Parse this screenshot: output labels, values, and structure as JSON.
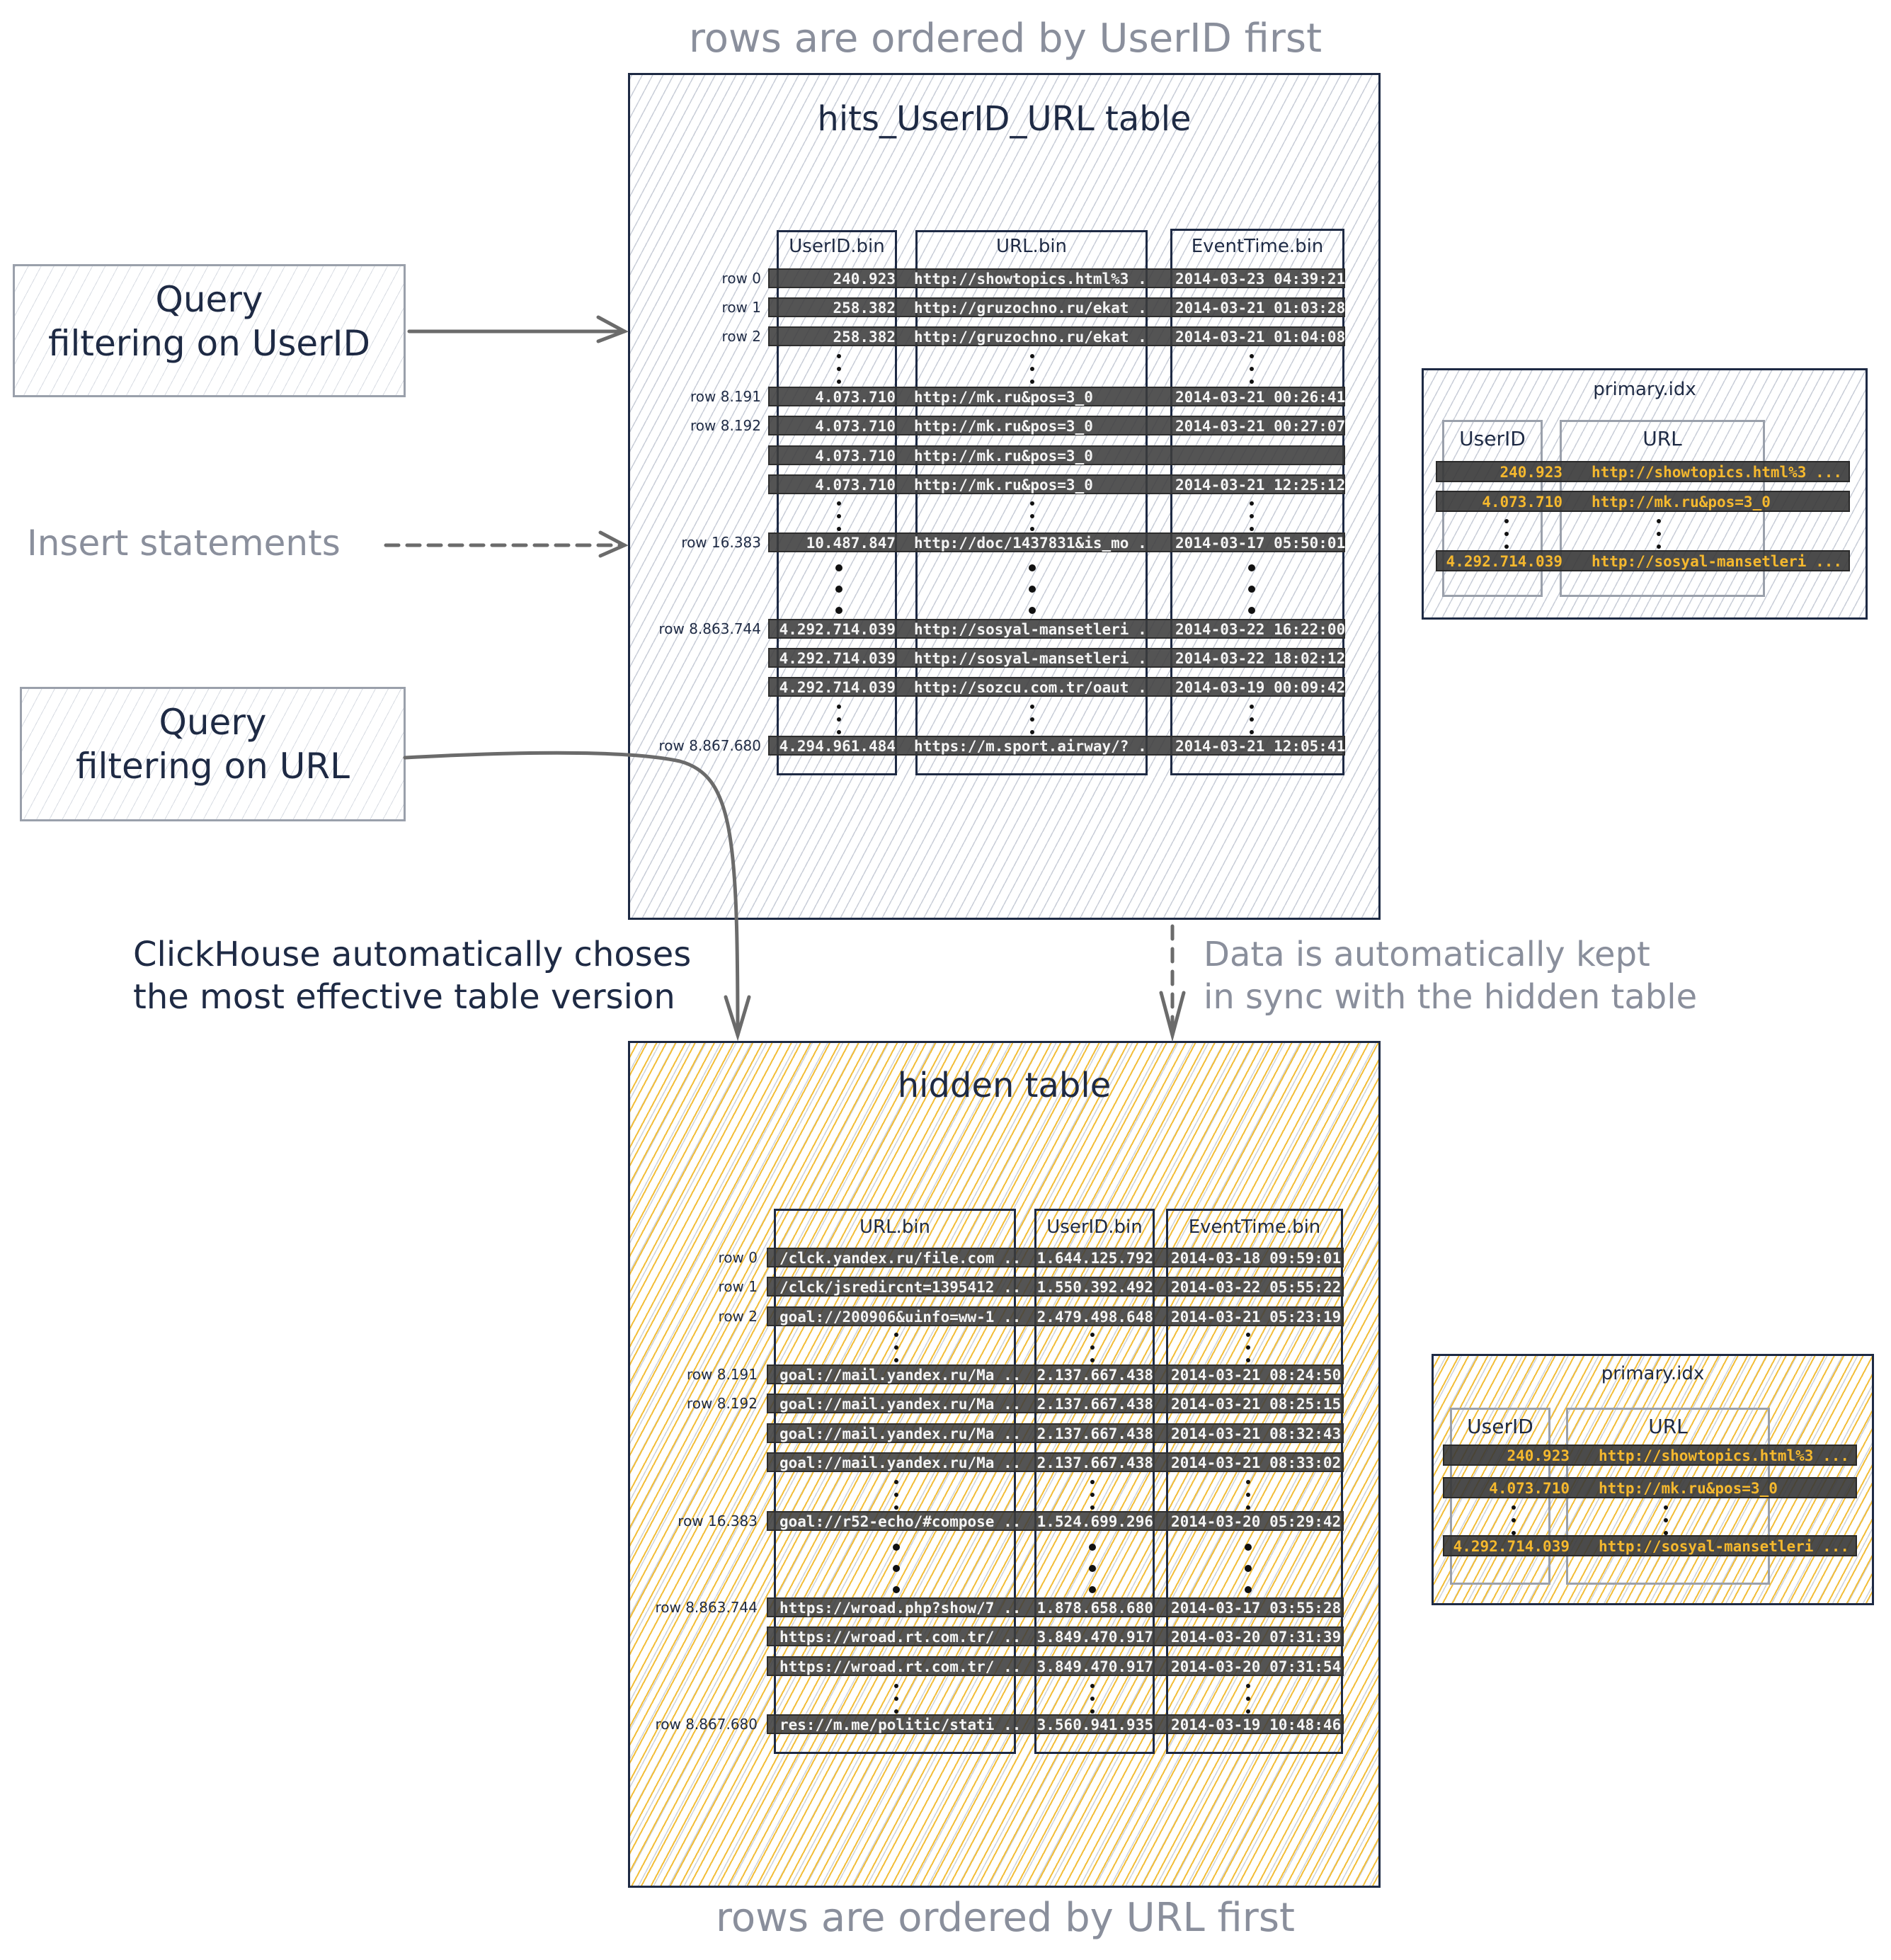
{
  "captions": {
    "top_order": "rows are ordered by UserID first",
    "bottom_order": "rows are ordered by URL first",
    "clickhouse_choice_line1": "ClickHouse automatically choses",
    "clickhouse_choice_line2": "the most effective table version",
    "sync_line1": "Data is automatically kept",
    "sync_line2": "in sync with the hidden table",
    "insert_statements": "Insert statements"
  },
  "query_boxes": [
    {
      "line1": "Query",
      "line2": "filtering on UserID"
    },
    {
      "line1": "Query",
      "line2": "filtering on URL"
    }
  ],
  "main_table": {
    "title": "hits_UserID_URL table",
    "columns": [
      "UserID.bin",
      "URL.bin",
      "EventTime.bin"
    ],
    "rows": [
      {
        "label": "row 0",
        "userid": "240.923",
        "url": "http://showtopics.html%3 ...",
        "time": "2014-03-23 04:39:21"
      },
      {
        "label": "row 1",
        "userid": "258.382",
        "url": "http://gruzochno.ru/ekat ...",
        "time": "2014-03-21 01:03:28"
      },
      {
        "label": "row 2",
        "userid": "258.382",
        "url": "http://gruzochno.ru/ekat ...",
        "time": "2014-03-21 01:04:08"
      },
      {
        "label": "row 8.191",
        "userid": "4.073.710",
        "url": "http://mk.ru&pos=3_0",
        "time": "2014-03-21 00:26:41"
      },
      {
        "label": "row 8.192",
        "userid": "4.073.710",
        "url": "http://mk.ru&pos=3_0",
        "time": "2014-03-21 00:27:07"
      },
      {
        "label": "",
        "userid": "4.073.710",
        "url": "http://mk.ru&pos=3_0",
        "time": ""
      },
      {
        "label": "",
        "userid": "4.073.710",
        "url": "http://mk.ru&pos=3_0",
        "time": "2014-03-21 12:25:12"
      },
      {
        "label": "row 16.383",
        "userid": "10.487.847",
        "url": "http://doc/1437831&is_mo ...",
        "time": "2014-03-17 05:50:01"
      },
      {
        "label": "row 8.863.744",
        "userid": "4.292.714.039",
        "url": "http://sosyal-mansetleri ...",
        "time": "2014-03-22 16:22:00"
      },
      {
        "label": "",
        "userid": "4.292.714.039",
        "url": "http://sosyal-mansetleri ...",
        "time": "2014-03-22 18:02:12"
      },
      {
        "label": "",
        "userid": "4.292.714.039",
        "url": "http://sozcu.com.tr/oaut ...",
        "time": "2014-03-19 00:09:42"
      },
      {
        "label": "row 8.867.680",
        "userid": "4.294.961.484",
        "url": "https://m.sport.airway/? ...",
        "time": "2014-03-21 12:05:41"
      }
    ]
  },
  "hidden_table": {
    "title": "hidden table",
    "columns": [
      "URL.bin",
      "UserID.bin",
      "EventTime.bin"
    ],
    "rows": [
      {
        "label": "row 0",
        "url": "/clck.yandex.ru/file.com ...",
        "userid": "1.644.125.792",
        "time": "2014-03-18 09:59:01"
      },
      {
        "label": "row 1",
        "url": "/clck/jsredircnt=1395412 ...",
        "userid": "1.550.392.492",
        "time": "2014-03-22 05:55:22"
      },
      {
        "label": "row 2",
        "url": "goal://200906&uinfo=ww-1 ...",
        "userid": "2.479.498.648",
        "time": "2014-03-21 05:23:19"
      },
      {
        "label": "row 8.191",
        "url": "goal://mail.yandex.ru/Ma ...",
        "userid": "2.137.667.438",
        "time": "2014-03-21 08:24:50"
      },
      {
        "label": "row 8.192",
        "url": "goal://mail.yandex.ru/Ma ...",
        "userid": "2.137.667.438",
        "time": "2014-03-21 08:25:15"
      },
      {
        "label": "",
        "url": "goal://mail.yandex.ru/Ma ...",
        "userid": "2.137.667.438",
        "time": "2014-03-21 08:32:43"
      },
      {
        "label": "",
        "url": "goal://mail.yandex.ru/Ma ...",
        "userid": "2.137.667.438",
        "time": "2014-03-21 08:33:02"
      },
      {
        "label": "row 16.383",
        "url": "goal://r52-echo/#compose ...",
        "userid": "1.524.699.296",
        "time": "2014-03-20 05:29:42"
      },
      {
        "label": "row 8.863.744",
        "url": "https://wroad.php?show/7 ...",
        "userid": "1.878.658.680",
        "time": "2014-03-17 03:55:28"
      },
      {
        "label": "",
        "url": "https://wroad.rt.com.tr/ ...",
        "userid": "3.849.470.917",
        "time": "2014-03-20 07:31:39"
      },
      {
        "label": "",
        "url": "https://wroad.rt.com.tr/ ...",
        "userid": "3.849.470.917",
        "time": "2014-03-20 07:31:54"
      },
      {
        "label": "row 8.867.680",
        "url": "res://m.me/politic/stati ...",
        "userid": "3.560.941.935",
        "time": "2014-03-19 10:48:46"
      }
    ]
  },
  "primary_index_top": {
    "title": "primary.idx",
    "columns": [
      "UserID",
      "URL"
    ],
    "rows": [
      {
        "userid": "240.923",
        "url": "http://showtopics.html%3 ..."
      },
      {
        "userid": "4.073.710",
        "url": "http://mk.ru&pos=3_0"
      },
      {
        "userid": "4.292.714.039",
        "url": "http://sosyal-mansetleri ..."
      }
    ]
  },
  "primary_index_bottom": {
    "title": "primary.idx",
    "columns": [
      "UserID",
      "URL"
    ],
    "rows": [
      {
        "userid": "240.923",
        "url": "http://showtopics.html%3 ..."
      },
      {
        "userid": "4.073.710",
        "url": "http://mk.ru&pos=3_0"
      },
      {
        "userid": "4.292.714.039",
        "url": "http://sosyal-mansetleri ..."
      }
    ]
  },
  "colors": {
    "ink": "#1e2a44",
    "caption_gray": "#8a8f9c",
    "hidden_fill": "#f2be3a",
    "index_value": "#f5b82e",
    "arrow": "#6b6b6b"
  }
}
